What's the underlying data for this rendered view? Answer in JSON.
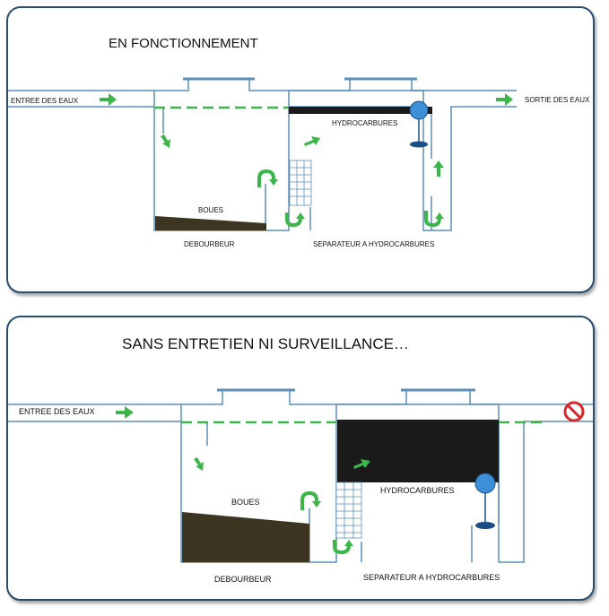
{
  "panel_1": {
    "title": "EN FONCTIONNEMENT",
    "labels": {
      "inlet": "ENTREE DES EAUX",
      "outlet": "SORTIE DES EAUX",
      "hydrocarbons": "HYDROCARBURES",
      "sludge": "BOUES",
      "settler": "DEBOURBEUR",
      "separator": "SEPARATEUR A HYDROCARBURES"
    }
  },
  "panel_2": {
    "title": "SANS ENTRETIEN NI SURVEILLANCE…",
    "labels": {
      "inlet": "ENTREE DES EAUX",
      "hydrocarbons": "HYDROCARBURES",
      "sludge": "BOUES",
      "settler": "DEBOURBEUR",
      "separator": "SEPARATEUR A HYDROCARBURES"
    },
    "outlet_status_icon": "no-entry-icon"
  },
  "colors": {
    "panel_border": "#2a4d6e",
    "pipe": "#5b8fb9",
    "flow_arrow": "#3cb54a",
    "water_level": "#3cb54a",
    "sludge": "#3b3522",
    "hydrocarbons": "#1a1a1a",
    "float": "#3d8fd8",
    "no_entry": "#d62828"
  },
  "icons": [
    "flow-arrow-icon",
    "u-turn-arrow-icon",
    "coalescing-filter-icon",
    "float-valve-icon",
    "no-entry-icon"
  ]
}
